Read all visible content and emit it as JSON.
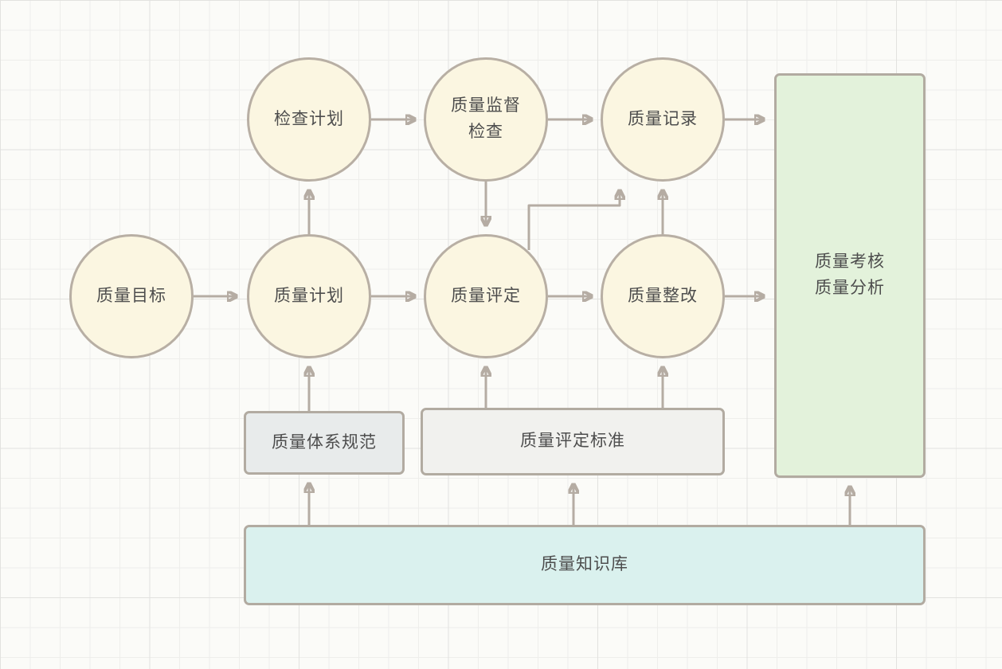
{
  "diagram_title": "quality-management-process-flow",
  "colors": {
    "canvas_background": "#fbfbf8",
    "grid_line": "#eeeeeb",
    "circle_fill": "#fbf6e1",
    "circle_border": "#b8afa4",
    "green_box_fill": "#e3f2db",
    "gray_box_fill": "#e8ebeb",
    "lightgray_box_fill": "#f1f1ee",
    "cyan_box_fill": "#daf1ee",
    "arrow": "#b5aca3",
    "text": "#4d4d4d"
  },
  "nodes": {
    "inspection_plan": {
      "label": "检查计划"
    },
    "supervision_inspection": {
      "line1": "质量监督",
      "line2": "检查"
    },
    "quality_record": {
      "label": "质量记录"
    },
    "quality_goal": {
      "label": "质量目标"
    },
    "quality_plan": {
      "label": "质量计划"
    },
    "quality_assessment": {
      "label": "质量评定"
    },
    "quality_rectification": {
      "label": "质量整改"
    },
    "quality_review_analysis": {
      "line1": "质量考核",
      "line2": "质量分析"
    },
    "quality_system_spec": {
      "label": "质量体系规范"
    },
    "quality_assessment_standard": {
      "label": "质量评定标准"
    },
    "quality_knowledge_base": {
      "label": "质量知识库"
    }
  },
  "edges": [
    {
      "from": "inspection_plan",
      "to": "supervision_inspection"
    },
    {
      "from": "supervision_inspection",
      "to": "quality_record"
    },
    {
      "from": "quality_record",
      "to": "quality_review_analysis"
    },
    {
      "from": "quality_plan",
      "to": "inspection_plan"
    },
    {
      "from": "supervision_inspection",
      "to": "quality_assessment"
    },
    {
      "from": "quality_assessment",
      "to": "quality_record"
    },
    {
      "from": "quality_rectification",
      "to": "quality_record"
    },
    {
      "from": "quality_goal",
      "to": "quality_plan"
    },
    {
      "from": "quality_plan",
      "to": "quality_assessment"
    },
    {
      "from": "quality_assessment",
      "to": "quality_rectification"
    },
    {
      "from": "quality_rectification",
      "to": "quality_review_analysis"
    },
    {
      "from": "quality_system_spec",
      "to": "quality_plan"
    },
    {
      "from": "quality_assessment_standard",
      "to": "quality_assessment"
    },
    {
      "from": "quality_assessment_standard",
      "to": "quality_rectification"
    },
    {
      "from": "quality_knowledge_base",
      "to": "quality_system_spec"
    },
    {
      "from": "quality_knowledge_base",
      "to": "quality_assessment_standard"
    },
    {
      "from": "quality_knowledge_base",
      "to": "quality_review_analysis"
    }
  ]
}
